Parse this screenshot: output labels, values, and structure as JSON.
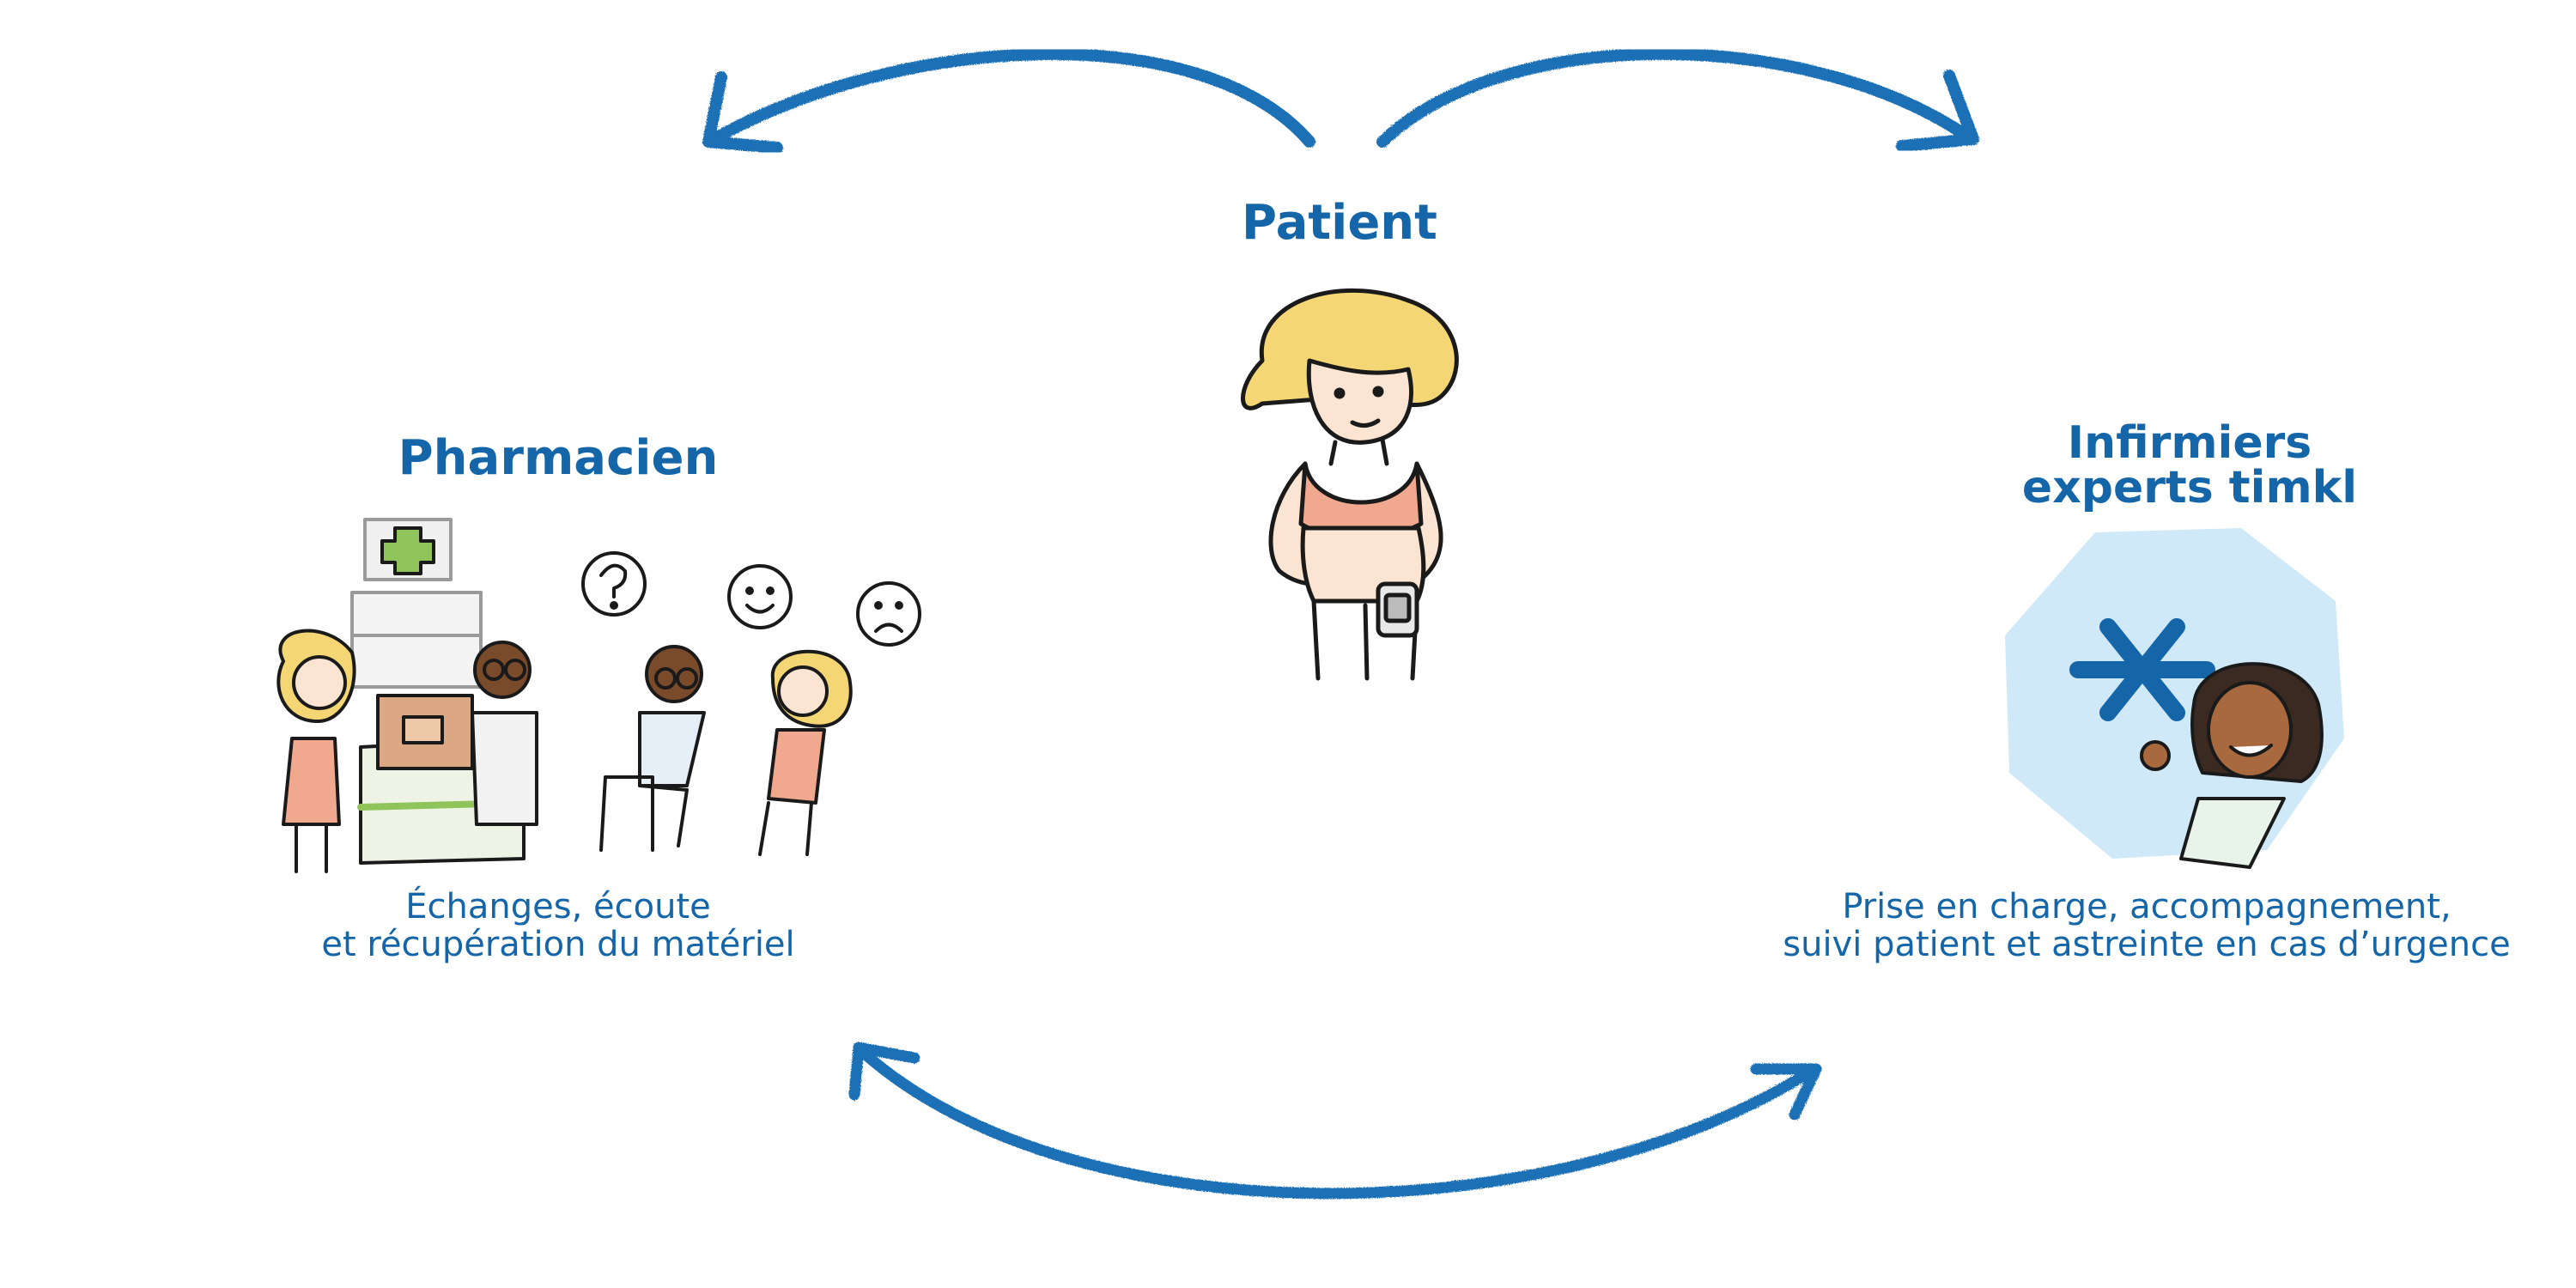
{
  "patient": {
    "title": "Patient"
  },
  "pharmacien": {
    "title": "Pharmacien",
    "description_line1": "Échanges, écoute",
    "description_line2": "et récupération du matériel"
  },
  "infirmiers": {
    "title_line1": "Infirmiers",
    "title_line2": "experts timkl",
    "description_line1": "Prise en charge, accompagnement,",
    "description_line2": "suivi patient et astreinte en cas d’urgence"
  },
  "colors": {
    "accent": "#1466a8",
    "arrow": "#1a6fb5",
    "halo": "#cfe9f8",
    "skin": "#f6d2b8",
    "hair": "#f4d774",
    "top": "#f0a98f"
  },
  "icons": [
    "arrow-curved-left",
    "arrow-curved-right",
    "arrow-double-curved",
    "plus-cross",
    "asterisk-logo"
  ]
}
